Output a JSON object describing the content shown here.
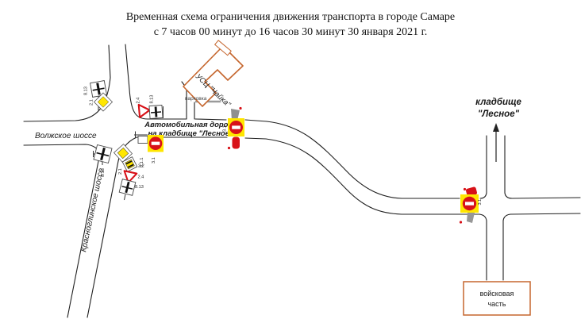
{
  "title": {
    "line1": "Временная схема ограничения движения транспорта в городе Самаре",
    "line2": "с 7 часов 00 минут до 16 часов 30 минут 30 января 2021 г."
  },
  "roads": {
    "volzhskoe": "Волжское шоссе",
    "krasnoglinskoe": "Красноглинское шоссе",
    "cemetery_road_line1": "Автомобильная дорога",
    "cemetery_road_line2": "на кладбище \"Лесное\""
  },
  "places": {
    "building": "УСЦ \"Чайка\"",
    "parking": "парковка",
    "cemetery_line1": "кладбище",
    "cemetery_line2": "\"Лесное\"",
    "military_unit_line1": "войсковая",
    "military_unit_line2": "часть"
  },
  "signs": {
    "no_entry": "3.1",
    "info_plate": "8.1.1",
    "main_road": "2.1",
    "main_road_direction": "8.13",
    "give_way": "2.4",
    "end_of_main_road": "2.2"
  },
  "colors": {
    "sign_yellow": "#ffe600",
    "sign_red": "#d81118",
    "accent_orange": "#c5662e",
    "temp_label_blue": "#2b50bb",
    "road_line": "#1f1f1f"
  }
}
